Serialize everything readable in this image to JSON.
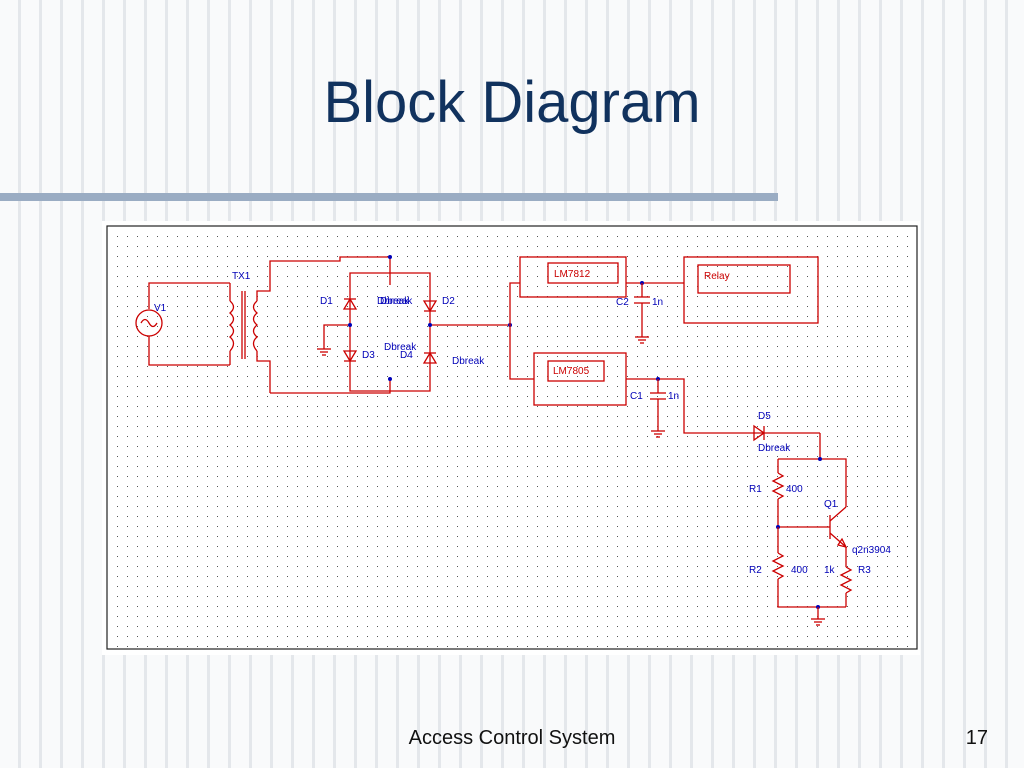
{
  "slide": {
    "title": "Block Diagram",
    "footer": "Access Control System",
    "page_number": "17"
  },
  "schematic": {
    "source_label": "V1",
    "transformer_label": "TX1",
    "diode_labels": [
      "D1",
      "D2",
      "D3",
      "D4",
      "D5"
    ],
    "diode_model_labels": [
      "Dbreak",
      "Dbreak",
      "Dbreak",
      "Dbreak",
      "Dbreak"
    ],
    "regulator_12v": "LM7812",
    "regulator_5v": "LM7805",
    "relay_label": "Relay",
    "capacitor_labels": [
      "C2",
      "C1"
    ],
    "capacitor_values": [
      "1n",
      "1n"
    ],
    "resistor_labels": [
      "R1",
      "R2",
      "R3"
    ],
    "resistor_values": [
      "400",
      "400",
      "1k"
    ],
    "transistor_label": "Q1",
    "transistor_model": "q2n3904"
  },
  "colors": {
    "title": "#11325e",
    "wire": "#cc0000",
    "label": "#0000b8"
  }
}
